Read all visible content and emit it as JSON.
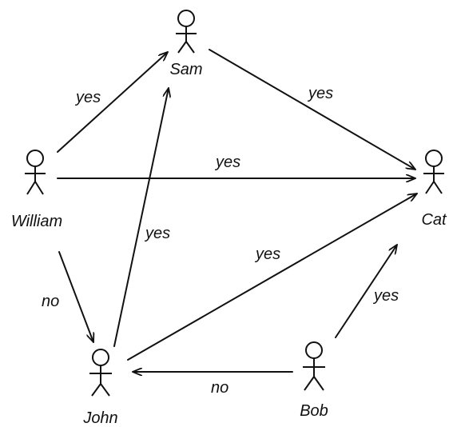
{
  "actors": [
    {
      "id": "sam",
      "label": "Sam"
    },
    {
      "id": "william",
      "label": "William"
    },
    {
      "id": "cat",
      "label": "Cat"
    },
    {
      "id": "john",
      "label": "John"
    },
    {
      "id": "bob",
      "label": "Bob"
    }
  ],
  "edges": [
    {
      "from": "william",
      "to": "sam",
      "label": "yes"
    },
    {
      "from": "sam",
      "to": "cat",
      "label": "yes"
    },
    {
      "from": "william",
      "to": "cat",
      "label": "yes"
    },
    {
      "from": "william",
      "to": "john",
      "label": "no"
    },
    {
      "from": "john",
      "to": "sam",
      "label": "yes"
    },
    {
      "from": "john",
      "to": "cat",
      "label": "yes"
    },
    {
      "from": "bob",
      "to": "john",
      "label": "no"
    },
    {
      "from": "bob",
      "to": "cat",
      "label": "yes"
    }
  ],
  "colors": {
    "ink": "#111111",
    "background": "#ffffff"
  }
}
